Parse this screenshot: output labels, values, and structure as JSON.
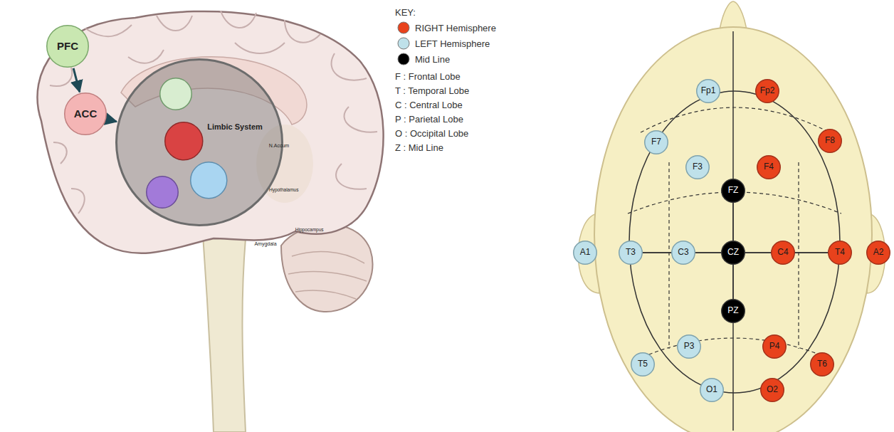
{
  "diagram": {
    "nodes": [
      {
        "text": [
          "PFC"
        ]
      },
      {
        "text": [
          "ACC"
        ]
      },
      {
        "text": [
          "Limbic System"
        ]
      },
      {
        "text": [
          "N.Accum"
        ],
        "in": 2
      },
      {
        "text": [
          "Hypothalamus"
        ],
        "in": 2
      },
      {
        "text": [
          "Amygdala"
        ],
        "in": 2
      },
      {
        "text": [
          "Hippocampus"
        ],
        "in": 2
      },
      {
        "text": [
          "Fp1"
        ]
      },
      {
        "text": [
          "Fp2"
        ]
      },
      {
        "text": [
          "F7"
        ]
      },
      {
        "text": [
          "F3"
        ]
      },
      {
        "text": [
          "F4"
        ]
      },
      {
        "text": [
          "F8"
        ]
      },
      {
        "text": [
          "FZ"
        ]
      },
      {
        "text": [
          "A1"
        ]
      },
      {
        "text": [
          "T3"
        ]
      },
      {
        "text": [
          "C3"
        ]
      },
      {
        "text": [
          "CZ"
        ]
      },
      {
        "text": [
          "C4"
        ]
      },
      {
        "text": [
          "T4"
        ]
      },
      {
        "text": [
          "A2"
        ]
      },
      {
        "text": [
          "PZ"
        ]
      },
      {
        "text": [
          "P3"
        ]
      },
      {
        "text": [
          "P4"
        ]
      },
      {
        "text": [
          "T5"
        ]
      },
      {
        "text": [
          "T6"
        ]
      },
      {
        "text": [
          "O1"
        ]
      },
      {
        "text": [
          "O2"
        ]
      }
    ],
    "edges": [
      {
        "from": 0,
        "to": 1,
        "arrow": "to"
      },
      {
        "from": 1,
        "to": 2,
        "arrow": "to"
      },
      {
        "from": 15,
        "to": 16,
        "arrow": "none"
      },
      {
        "from": 16,
        "to": 17,
        "arrow": "none"
      },
      {
        "from": 17,
        "to": 18,
        "arrow": "none"
      },
      {
        "from": 18,
        "to": 19,
        "arrow": "none"
      },
      {
        "from": 13,
        "to": 17,
        "arrow": "none"
      },
      {
        "from": 17,
        "to": 21,
        "arrow": "none"
      }
    ],
    "labels": [
      "KEY:",
      "F : Frontal Lobe",
      "T : Temporal Lobe",
      "C : Central Lobe",
      "P : Parietal Lobe",
      "O : Occipital Lobe",
      "Z : Mid Line"
    ],
    "legend": [
      {
        "text": "RIGHT Hemisphere",
        "color": "#e8421c"
      },
      {
        "text": "LEFT Hemisphere",
        "color": "#bfe1ea"
      },
      {
        "text": "Mid Line",
        "color": "#000000"
      }
    ]
  }
}
